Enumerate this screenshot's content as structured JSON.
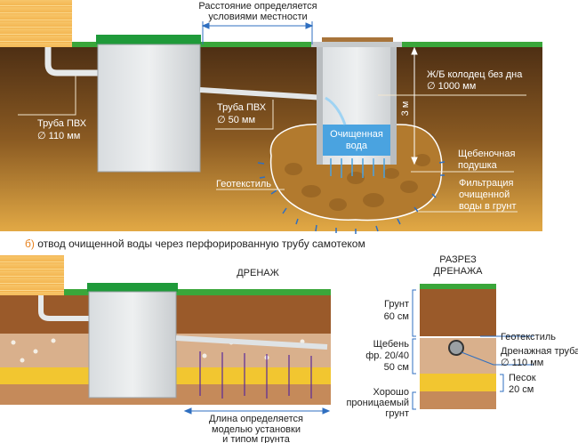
{
  "top": {
    "distance_label": [
      "Расстояние определяется",
      "условиями местности"
    ],
    "pipe110_label": [
      "Труба ПВХ",
      "∅ 110 мм"
    ],
    "pipe50_label": [
      "Труба ПВХ",
      "∅ 50 мм"
    ],
    "well_label": [
      "Ж/Б колодец без дна",
      "∅ 1000 мм"
    ],
    "depth_label": "3 м",
    "water_label": [
      "Очищенная",
      "вода"
    ],
    "gravel_label": [
      "Щебеночная",
      "подушка"
    ],
    "filtration_label": [
      "Фильтрация",
      "очищенной",
      "воды в грунт"
    ],
    "geotextile_label": "Геотекстиль"
  },
  "caption": {
    "prefix": "б)",
    "text": "отвод очищенной воды через перфорированную трубу самотеком"
  },
  "bottom": {
    "drainage_title": "ДРЕНАЖ",
    "length_label": [
      "Длина определяется",
      "моделью установки",
      "и типом грунта"
    ]
  },
  "section": {
    "title": [
      "РАЗРЕЗ",
      "ДРЕНАЖА"
    ],
    "soil": [
      "Грунт",
      "60 см"
    ],
    "gravel": [
      "Щебень",
      "фр. 20/40",
      "50 см"
    ],
    "geotextile": "Геотекстиль",
    "pipe": [
      "Дренажная труба",
      "∅ 110 мм"
    ],
    "sand": [
      "Песок",
      "20 см"
    ],
    "ground": [
      "Хорошо",
      "проницаемый",
      "грунт"
    ]
  },
  "colors": {
    "accent_blue": "#2f6fc0",
    "grass": "#3aa63a",
    "caption_prefix": "#e8821e"
  }
}
